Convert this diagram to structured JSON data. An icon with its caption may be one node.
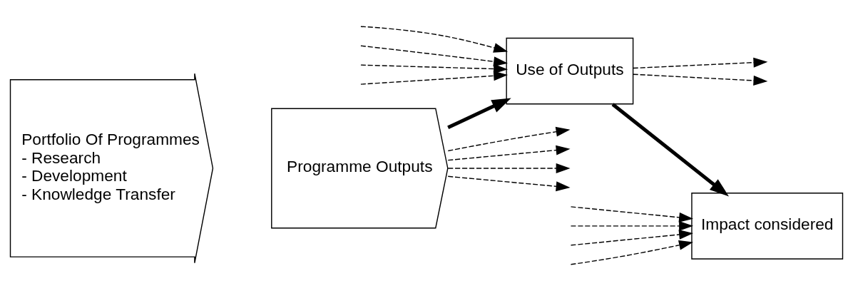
{
  "diagram": {
    "nodes": [
      {
        "text": [
          "Portfolio Of Programmes",
          "- Research",
          "- Development",
          "- Knowledge Transfer"
        ]
      },
      {
        "text": [
          "Programme Outputs"
        ]
      },
      {
        "text": [
          "Use of Outputs"
        ]
      },
      {
        "text": [
          "Impact considered"
        ]
      }
    ],
    "edges": [
      {
        "from": 1,
        "to": null,
        "arrow": "to",
        "style": "dashed"
      },
      {
        "from": 1,
        "to": null,
        "arrow": "to",
        "style": "dashed"
      },
      {
        "from": 1,
        "to": 2,
        "arrow": "to",
        "style": "thick"
      },
      {
        "from": 1,
        "to": null,
        "arrow": "to",
        "style": "dashed"
      },
      {
        "from": 1,
        "to": null,
        "arrow": "to",
        "style": "dashed"
      },
      {
        "from": null,
        "to": 2,
        "arrow": "to",
        "style": "dashed"
      },
      {
        "from": null,
        "to": 2,
        "arrow": "to",
        "style": "dashed"
      },
      {
        "from": null,
        "to": 2,
        "arrow": "to",
        "style": "dashed"
      },
      {
        "from": null,
        "to": 2,
        "arrow": "to",
        "style": "dashed"
      },
      {
        "from": 2,
        "to": null,
        "arrow": "to",
        "style": "dashed"
      },
      {
        "from": 2,
        "to": 3,
        "arrow": "to",
        "style": "thick"
      },
      {
        "from": 2,
        "to": null,
        "arrow": "to",
        "style": "dashed"
      },
      {
        "from": null,
        "to": 3,
        "arrow": "to",
        "style": "dashed"
      },
      {
        "from": null,
        "to": 3,
        "arrow": "to",
        "style": "dashed"
      },
      {
        "from": null,
        "to": 3,
        "arrow": "to",
        "style": "dashed"
      },
      {
        "from": null,
        "to": 3,
        "arrow": "to",
        "style": "dashed"
      }
    ]
  }
}
